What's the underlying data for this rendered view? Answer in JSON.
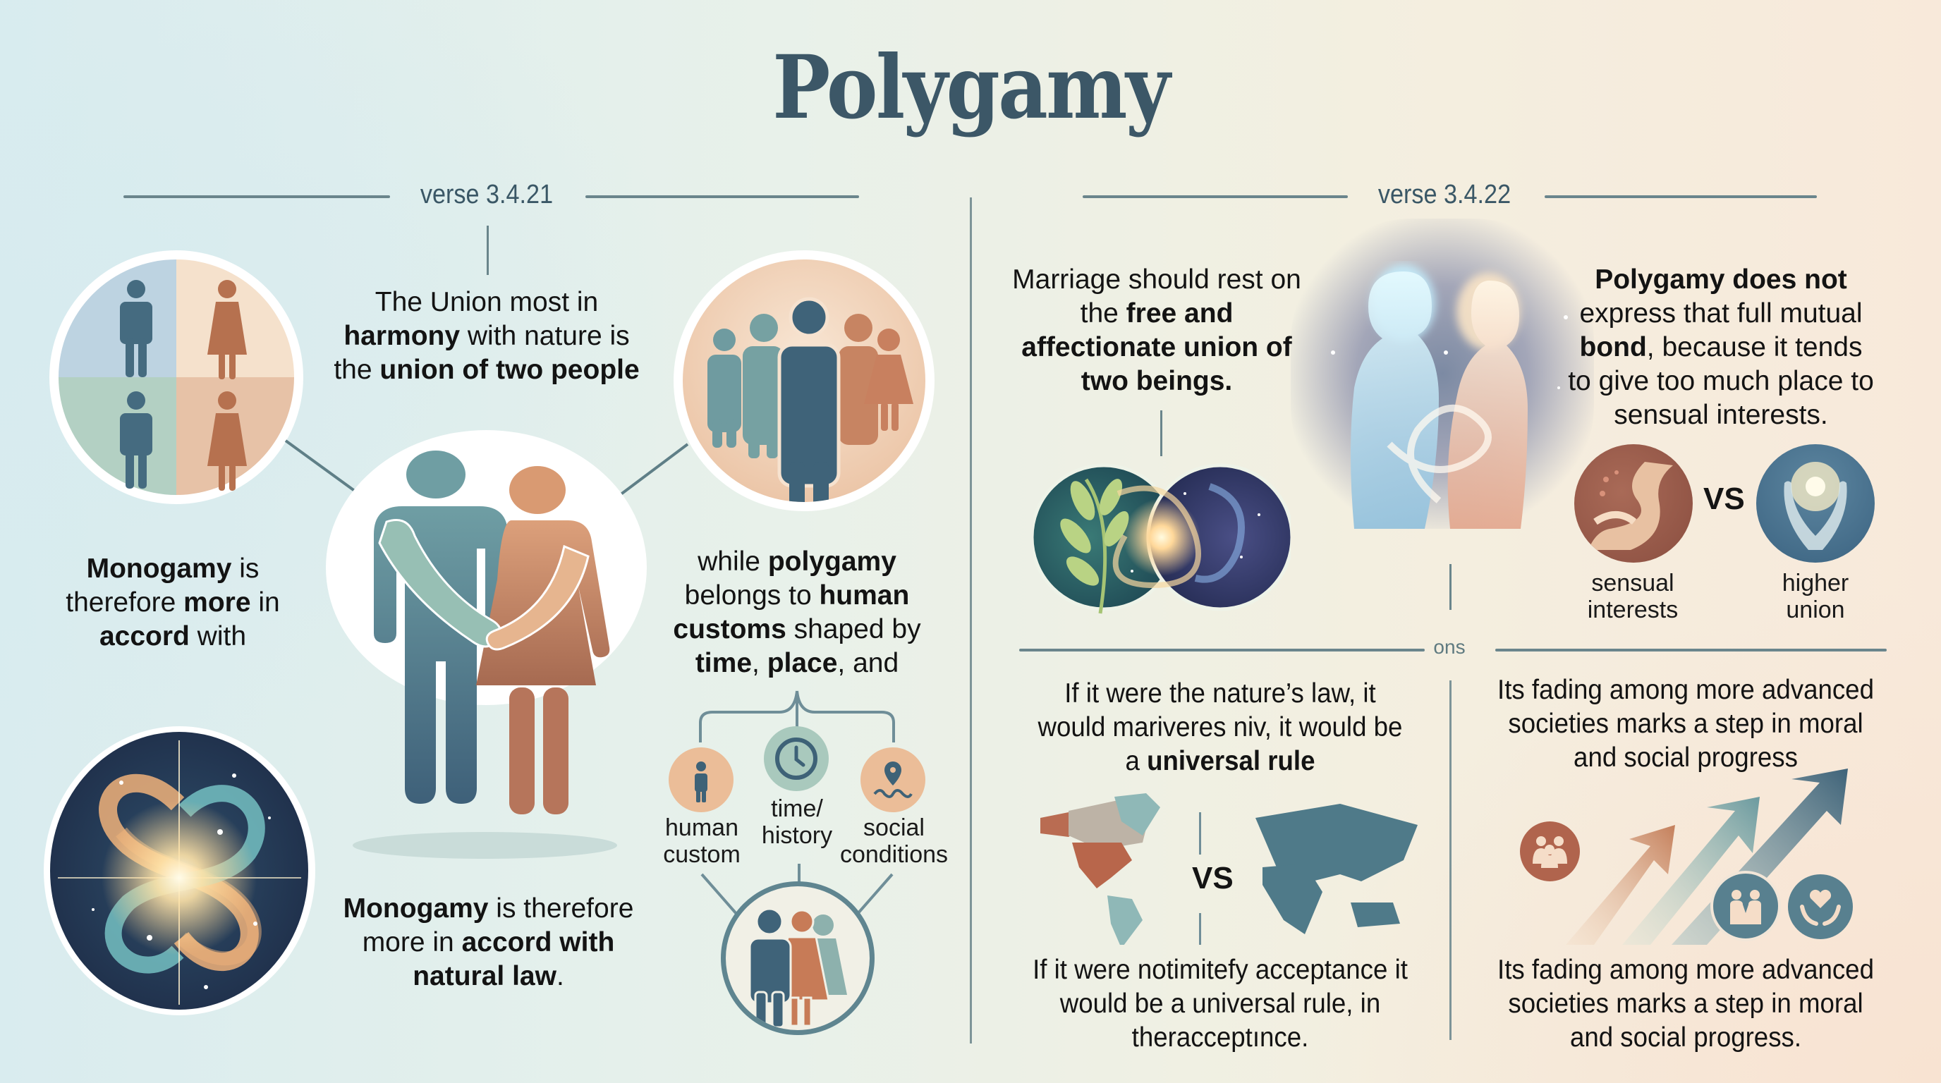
{
  "title": "Polygamy",
  "colors": {
    "title": "#3c5767",
    "male_blue": "#436a80",
    "female_terracotta": "#b8734f",
    "sage": "#8fb3a8",
    "peach": "#f2d9c2",
    "rule": "#6a858c"
  },
  "left_section": {
    "verse_label": "verse 3.4.21",
    "intro": {
      "p1": "The Union most in ",
      "b1": "harmony",
      "p2": " with nature is the ",
      "b2": "union of two people"
    },
    "quad_icon": "men-women-pairs-icon",
    "crowd_icon": "polygamous-group-icon",
    "couple_icon": "couple-holding-hands-icon",
    "cosmic_icon": "intertwined-infinity-cosmic-icon",
    "monogamy_left": {
      "b1": "Monogamy",
      "p1": " is therefore ",
      "b2": "more",
      "p2": " in ",
      "b3": "accord",
      "p3": " with"
    },
    "monogamy_center": {
      "b1": "Monogamy",
      "p1": " is therefore more in ",
      "b2": "accord with natural law",
      "p2": "."
    },
    "polygamy_customs": {
      "p1": "while ",
      "b1": "polygamy",
      "p2": " belongs to ",
      "b2": "human customs",
      "p3": " shaped by ",
      "b3": "time",
      "p4": ", ",
      "b4": "place",
      "p5": ", and"
    },
    "factors": [
      {
        "icon": "person-icon",
        "line1": "human",
        "line2": "custom"
      },
      {
        "icon": "clock-icon",
        "line1": "time/",
        "line2": "history"
      },
      {
        "icon": "location-pin-icon",
        "line1": "social",
        "line2": "conditions"
      }
    ],
    "group_icon": "family-group-icon"
  },
  "right_section": {
    "verse_label": "verse 3.4.22",
    "marriage": {
      "p1": "Marriage should rest on the ",
      "b1": "free and affectionate union of two beings."
    },
    "polygamy_not": {
      "b1": "Polygamy does not",
      "p1": " express that full mutual ",
      "b2": "bond",
      "p2": ", because it tends to give too much place to sensual interests."
    },
    "comparison": {
      "left_label_1": "sensual",
      "left_label_2": "interests",
      "vs": "VS",
      "right_label_1": "higher",
      "right_label_2": "union"
    },
    "sub_divider_label": "ons",
    "nature_law": {
      "p1": "If it were the nature’s law, it would mariveres niv, it would be a ",
      "b1": "universal rule"
    },
    "maps_vs": "VS",
    "acceptance": "If it were notimitefy acceptance it would be a universal rule, in theracceptınce.",
    "fading_top": "Its fading among more advanced societies marks a step in moral and social progress",
    "fading_bottom": "Its fading among more advanced societies marks a step in moral and social progress.",
    "progress_icons": [
      "family-icon",
      "couple-icon",
      "heart-hands-icon"
    ]
  }
}
